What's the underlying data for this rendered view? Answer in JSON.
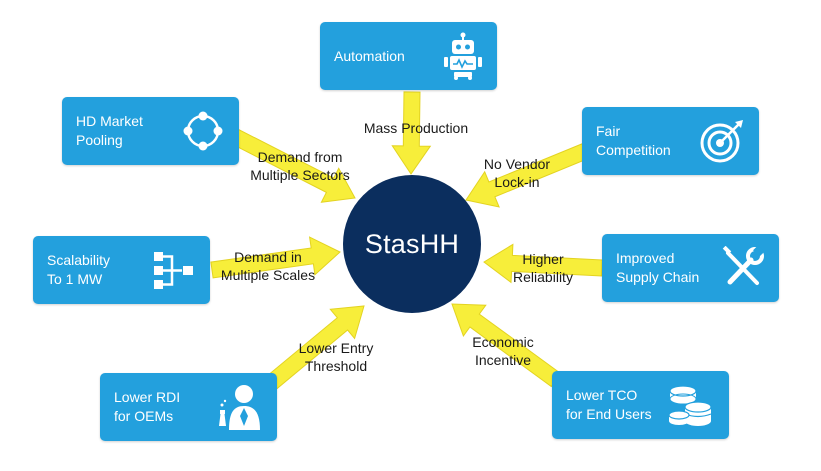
{
  "center_label": "StasHH",
  "colors": {
    "box": "#23a0dd",
    "center": "#0b2e5e",
    "arrow": "#f7ee3a",
    "arrow_stroke": "#e3d321"
  },
  "boxes": {
    "automation": {
      "text": "Automation",
      "icon": "robot-icon"
    },
    "hd_market": {
      "text": "HD Market\nPooling",
      "icon": "pooling-cycle-icon"
    },
    "fair_competition": {
      "text": "Fair\nCompetition",
      "icon": "target-icon"
    },
    "scalability": {
      "text": "Scalability\nTo 1 MW",
      "icon": "hierarchy-icon"
    },
    "supply_chain": {
      "text": "Improved\nSupply Chain",
      "icon": "tools-icon"
    },
    "lower_rdi": {
      "text": "Lower RDI\nfor OEMs",
      "icon": "scientist-icon"
    },
    "lower_tco": {
      "text": "Lower TCO\nfor End Users",
      "icon": "coins-icon"
    }
  },
  "arrow_labels": {
    "mass_production": "Mass Production",
    "demand_sectors": "Demand from\nMultiple Sectors",
    "no_vendor": "No Vendor\nLock-in",
    "demand_scales": "Demand in\nMultiple Scales",
    "higher_reliability": "Higher\nReliability",
    "lower_entry": "Lower Entry\nThreshold",
    "economic_incentive": "Economic\nIncentive"
  }
}
